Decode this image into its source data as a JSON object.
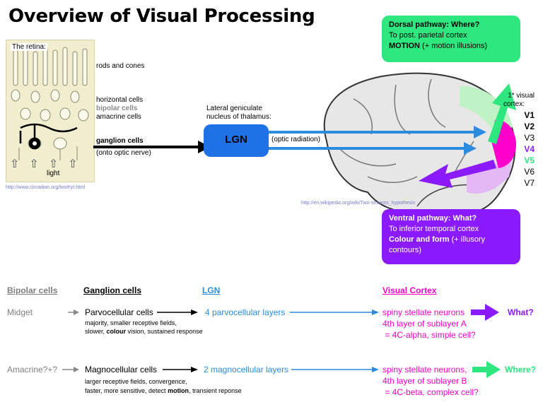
{
  "title": "Overview of Visual Processing",
  "retina": {
    "heading": "The retina:",
    "rods_cones": "rods and cones",
    "horizontal": "horizontal cells",
    "bipolar": "bipolar cells",
    "amacrine": "amacrine cells",
    "ganglion": "ganglion cells",
    "onto_optic": "(onto optic nerve)",
    "light": "light",
    "url": "http://www.circadian.org/biorhyt.html"
  },
  "lgn": {
    "label": "LGN",
    "lateral": "Lateral geniculate",
    "nucleus": "nucleus of thalamus:",
    "optic_radiation": "(optic radiation)"
  },
  "wiki_url": "http://en.wikipedia.org/wiki/Two-streams_hypothesis",
  "dorsal": {
    "title": "Dorsal pathway: Where?",
    "line2": "To post. parietal cortex",
    "motion": "MOTION",
    "rest": " (+ motion illusions)"
  },
  "ventral": {
    "title": "Ventral pathway: What?",
    "line2": "To inferior temporal cortex",
    "colour_form": "Colour and form",
    "rest": " (+ illusory contours)"
  },
  "cortex": {
    "heading1": "1* visual",
    "heading2": "cortex:",
    "areas": [
      "V1",
      "V2",
      "V3",
      "V4",
      "V5",
      "V6",
      "V7"
    ]
  },
  "colors": {
    "dorsal_green": "#2ee87f",
    "ventral_purple": "#8b1aff",
    "lgn_blue": "#1f72e6",
    "cortex_magenta": "#ff00cc",
    "header_blue": "#2b8ce0",
    "grey": "#7f7f7f"
  },
  "table": {
    "headers": {
      "bipolar": "Bipolar cells",
      "ganglion": "Ganglion cells",
      "lgn": "LGN",
      "cortex": "Visual Cortex"
    },
    "row1": {
      "source": "Midget",
      "cell": "Parvocellular cells",
      "desc1": "majority, smaller receptive fields,",
      "desc2a": "slower, ",
      "desc2b": "colour",
      "desc2c": " vision, sustained response",
      "lgn": "4 parvocellular layers",
      "c1": "spiny stellate neurons",
      "c2": "4th layer of sublayer A",
      "c3": " = 4C-alpha, simple cell?",
      "result": "What?"
    },
    "row2": {
      "source": "Amacrine?+?",
      "cell": "Magnocellular cells",
      "desc1": "larger receptive fields, convergence,",
      "desc2a": "faster, more sensitive, detect ",
      "desc2b": "motion",
      "desc2c": ", transient reponse",
      "lgn": "2 magnocellular layers",
      "c1": "spiny stellate neurons,",
      "c2": "4th layer of sublayer B",
      "c3": " = 4C-beta, complex cell?",
      "result": "Where?"
    }
  }
}
